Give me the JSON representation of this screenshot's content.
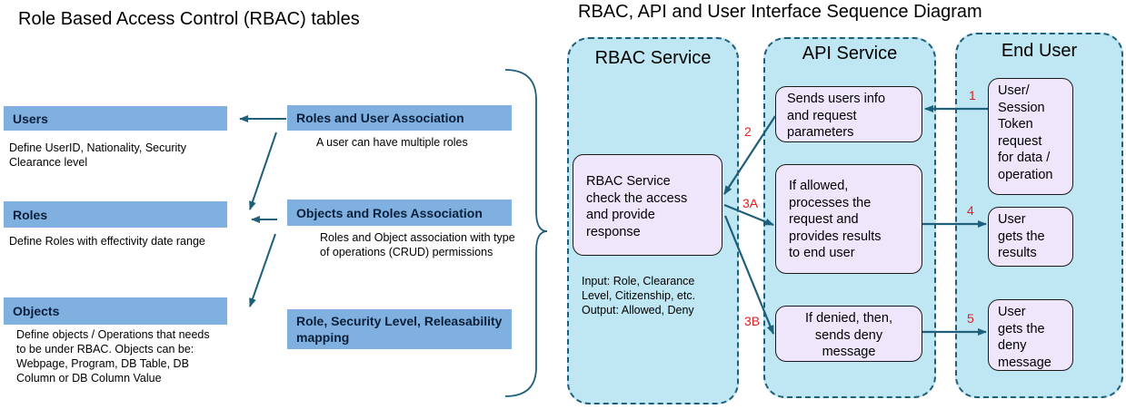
{
  "left_title": "Role Based Access Control (RBAC) tables",
  "right_title": "RBAC, API and User Interface Sequence Diagram",
  "tables": {
    "users": {
      "label": "Users",
      "desc": "Define UserID, Nationality, Security Clearance level"
    },
    "roles": {
      "label": "Roles",
      "desc": "Define Roles with effectivity date range"
    },
    "objects": {
      "label": "Objects",
      "desc": "Define objects / Operations that needs to be under RBAC. Objects can be: Webpage, Program, DB Table, DB Column  or DB Column Value"
    },
    "role_user": {
      "label": "Roles and User Association",
      "desc": "A user can have multiple roles"
    },
    "obj_roles": {
      "label": "Objects and Roles Association",
      "desc": "Roles and Object association with type of operations (CRUD) permissions"
    },
    "role_sec": {
      "label": "Role, Security Level, Releasability mapping"
    }
  },
  "lanes": {
    "rbac": "RBAC Service",
    "api": "API Service",
    "user": "End User"
  },
  "boxes": {
    "rbac_check": "RBAC Service\ncheck the access\nand provide\nresponse",
    "rbac_note": "Input: Role, Clearance\nLevel, Citizenship, etc.\nOutput: Allowed, Deny",
    "api_send": "Sends users info\nand request\nparameters",
    "api_allowed": "If allowed,\nprocesses the\nrequest and\nprovides results\nto end user",
    "api_denied": "If denied, then,\nsends deny\nmessage",
    "user_request": "User/\nSession\nToken\nrequest\nfor data /\noperation",
    "user_results": "User\ngets the\nresults",
    "user_deny": "User\ngets the\ndeny\nmessage"
  },
  "steps": {
    "s1": "1",
    "s2": "2",
    "s3a": "3A",
    "s3b": "3B",
    "s4": "4",
    "s5": "5"
  },
  "colors": {
    "table_fill": "#7fb0e0",
    "lane_fill": "#bfe6f3",
    "box_fill": "#efe6fb",
    "arrow": "#1f5f7a",
    "step_label": "#e02020"
  }
}
